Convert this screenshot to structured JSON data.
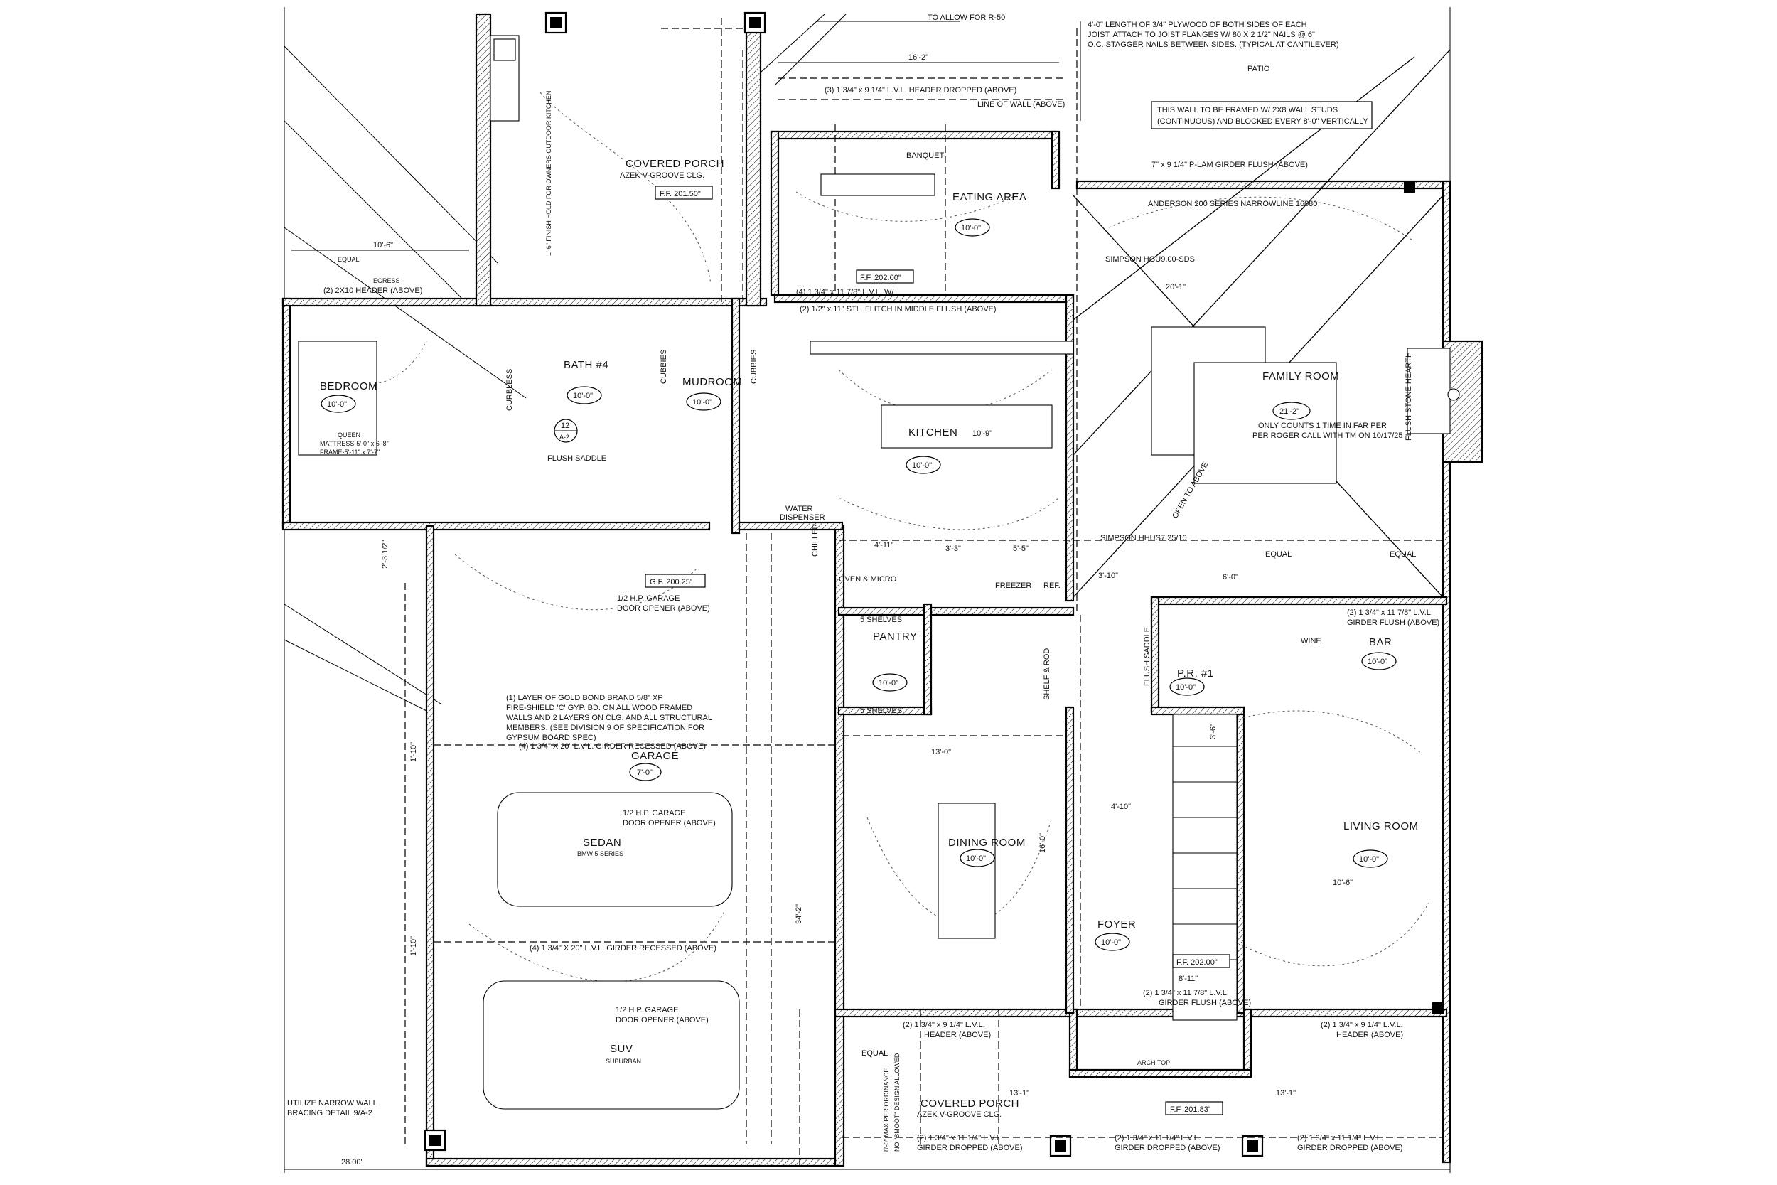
{
  "notes": {
    "r50": "TO ALLOW FOR R-50",
    "plywood": [
      "4'-0\" LENGTH OF 3/4\" PLYWOOD OF BOTH SIDES OF EACH",
      "JOIST. ATTACH TO JOIST FLANGES W/ 80 X 2 1/2\" NAILS @ 6\"",
      "O.C. STAGGER NAILS BETWEEN SIDES. (TYPICAL AT CANTILEVER)"
    ],
    "patio": "PATIO",
    "wall_framed": [
      "THIS WALL TO BE FRAMED W/ 2X8 WALL STUDS",
      "(CONTINUOUS) AND BLOCKED EVERY 8'-0\" VERTICALLY"
    ],
    "plam": "7\" x 9 1/4\" P-LAM GIRDER FLUSH (ABOVE)",
    "window": "ANDERSON 200 SERIES NARROWLINE 16080",
    "hgu": "SIMPSON HGU9.00-SDS",
    "hhus": "SIMPSON HHUS7.25/10",
    "gypsum": [
      "(1) LAYER OF GOLD BOND BRAND 5/8\" XP",
      "FIRE-SHIELD 'C' GYP. BD. ON ALL WOOD FRAMED",
      "WALLS AND 2 LAYERS ON CLG. AND ALL STRUCTURAL",
      "MEMBERS. (SEE DIVISION 9 OF SPECIFICATION FOR",
      "GYPSUM BOARD SPEC)"
    ],
    "opener": [
      "1/2 H.P. GARAGE",
      "DOOR OPENER (ABOVE)"
    ],
    "recessed": "(4) 1 3/4\" X 20\" L.V.L. GIRDER RECESSED (ABOVE)",
    "outdoor_kitchen": "1'-6\" FINISH HOLD FOR OWNERS OUTDOOR KITCHEN",
    "queen": [
      "QUEEN",
      "MATTRESS-5'-0\" x 6'-8\"",
      "FRAME-5'-11\" x 7'-7\""
    ],
    "counts": [
      "ONLY COUNTS 1 TIME IN FAR PER",
      "PER ROGER CALL WITH TM ON 10/17/25"
    ],
    "bracing": [
      "UTILIZE NARROW WALL",
      "BRACING DETAIL 9/A-2"
    ],
    "ordinance": "8'-0\" MAX PER ORDINANCE",
    "no_smoot": "NO \"SMOOT\" DESIGN ALLOWED",
    "hearth": "FLUSH STONE HEARTH",
    "open_above": "OPEN TO ABOVE",
    "azek": "AZEK V-GROOVE CLG.",
    "header_dropped": "(3) 1 3/4\" x 9 1/4\" L.V.L. HEADER DROPPED (ABOVE)",
    "line_wall": "LINE OF WALL (ABOVE)",
    "stl_flitch": "(2) 1/2\" x 11\" STL. FLITCH IN MIDDLE FLUSH (ABOVE)",
    "lvl_girder_top": "(4) 1 3/4\" x 11 7/8\" L.V.L. W/",
    "header_2x10": "(2) 2X10 HEADER (ABOVE)",
    "egress": "EGRESS",
    "water": [
      "WATER",
      "DISPENSER"
    ],
    "bottom_girders": [
      "(2) 1 3/4\" x 11 1/4\" L.V.L.",
      "GIRDER DROPPED (ABOVE)"
    ],
    "arch_top": "ARCH TOP",
    "mid_girder": [
      "(2) 1 3/4\" x 11 7/8\" L.V.L.",
      "GIRDER FLUSH (ABOVE)"
    ],
    "bar_girder": [
      "(2) 1 3/4\" x 11 7/8\" L.V.L.",
      "GIRDER FLUSH (ABOVE)"
    ],
    "header_above": [
      "(2) 1 3/4\" x 9 1/4\" L.V.L.",
      "HEADER (ABOVE)"
    ],
    "header_above_r": [
      "(2) 1 3/4\" x 9 1/4\" L.V.L.",
      "HEADER (ABOVE)"
    ]
  },
  "rooms": {
    "covered_porch_top": {
      "name": "COVERED PORCH",
      "sub": "AZEK V-GROOVE CLG.",
      "ff": "F.F. 201.50\""
    },
    "bedroom": {
      "name": "BEDROOM",
      "ceiling": "10'-0\""
    },
    "bath4": {
      "name": "BATH #4",
      "ceiling": "10'-0\""
    },
    "mudroom": {
      "name": "MUDROOM",
      "ceiling": "10'-0\""
    },
    "eating": {
      "name": "EATING AREA",
      "ceiling": "10'-0\"",
      "ff": "F.F. 202.00\""
    },
    "kitchen": {
      "name": "KITCHEN",
      "ceiling": "10'-0\""
    },
    "family": {
      "name": "FAMILY ROOM",
      "ceiling": "21'-2\""
    },
    "garage": {
      "name": "GARAGE",
      "ceiling": "7'-0\"",
      "gf": "G.F. 200.25'"
    },
    "pantry": {
      "name": "PANTRY",
      "ceiling": "10'-0\""
    },
    "pr": {
      "name": "P.R. #1",
      "ceiling": "10'-0\""
    },
    "bar": {
      "name": "BAR",
      "ceiling": "10'-0\""
    },
    "dining": {
      "name": "DINING ROOM",
      "ceiling": "10'-0\""
    },
    "foyer": {
      "name": "FOYER",
      "ceiling": "10'-0\"",
      "ff": "F.F. 202.00\""
    },
    "living": {
      "name": "LIVING ROOM",
      "ceiling": "10'-0\""
    },
    "covered_porch_bottom": {
      "name": "COVERED PORCH",
      "sub": "AZEK V-GROOVE CLG.",
      "ff": "F.F. 201.83'"
    }
  },
  "vehicles": {
    "sedan": {
      "name": "SEDAN",
      "sub": "BMW 5 SERIES"
    },
    "suv": {
      "name": "SUV",
      "sub": "SUBURBAN"
    }
  },
  "fixtures": {
    "freezer": "FREEZER",
    "ref": "REF.",
    "oven": "OVEN & MICRO",
    "chiller": "CHILLER",
    "shelves": "5 SHELVES",
    "shelf_rod": "SHELF & ROD",
    "banquet": "BANQUET",
    "cubbies": "CUBBIES",
    "wine": "WINE",
    "curbless": "CURBLESS",
    "flush_saddle": "FLUSH SADDLE",
    "detail": "12",
    "detail_sheet": "A-2"
  },
  "dims": {
    "d16_2": "16'-2\"",
    "d10_6": "10'-6\"",
    "d20_1": "20'-1\"",
    "d13_0": "13'-0\"",
    "d4_11": "4'-11\"",
    "d3_3": "3'-3\"",
    "d5_5": "5'-5\"",
    "d6_0": "6'-0\"",
    "d10_9": "10'-9\"",
    "d28": "28.00'",
    "d3_10": "3'-10\"",
    "d4_10": "4'-10\"",
    "d16_0": "16'-0\"",
    "d10_6b": "10'-6\"",
    "d13_1": "13'-1\"",
    "d13_1b": "13'-1\"",
    "d8_11": "8'-11\"",
    "d3_6": "3'-6\"",
    "d34_2": "34'-2\"",
    "d2_3": "2'-3 1/2\"",
    "d1_10": "1'-10\"",
    "equal": "EQUAL"
  }
}
